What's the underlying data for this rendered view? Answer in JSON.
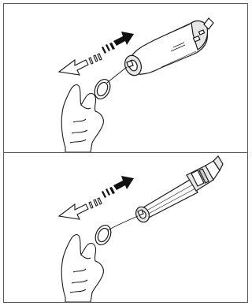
{
  "figure": {
    "panels": [
      {
        "device": "nozzle-rounded",
        "action": "pull-ring"
      },
      {
        "device": "nozzle-spray-lance",
        "action": "pull-ring"
      }
    ],
    "colors": {
      "line": "#1a1a1a",
      "frame": "#5a5a5a",
      "fill_light": "#ffffff",
      "fill_shade": "#e6e6e6",
      "arrow_dark": "#111111"
    },
    "icons": [
      "dashed-arrow-left-icon",
      "solid-arrow-right-icon",
      "hand-icon",
      "ring-pull-icon"
    ]
  }
}
